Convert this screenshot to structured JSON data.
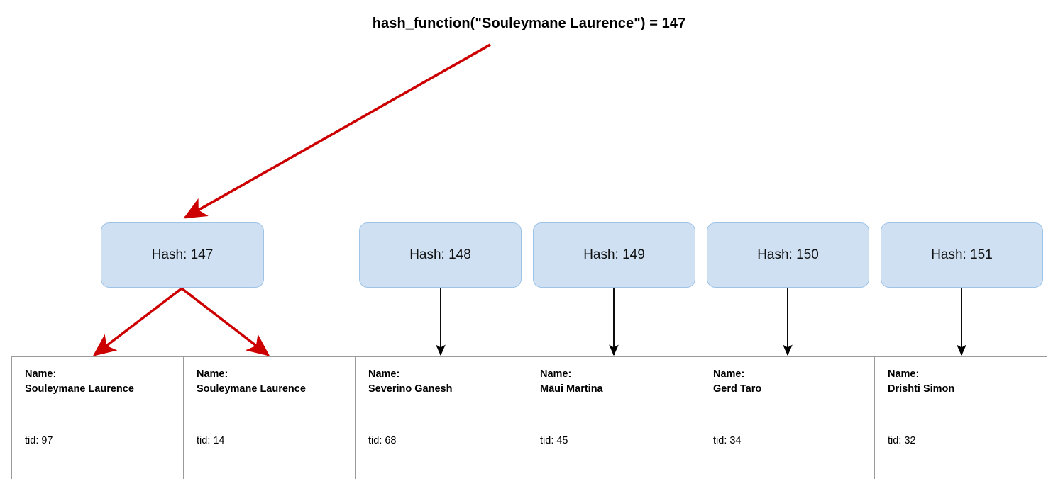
{
  "title": "hash_function(\"Souleymane Laurence\") = 147",
  "colors": {
    "box_fill": "#cfe0f3",
    "box_border": "#9dc3e6",
    "highlight_arrow": "#cc0000",
    "normal_arrow": "#000000",
    "table_border": "#9b9b9b"
  },
  "buckets": [
    {
      "label": "Hash: 147",
      "hash": 147,
      "highlighted": true
    },
    {
      "label": "Hash: 148",
      "hash": 148,
      "highlighted": false
    },
    {
      "label": "Hash: 149",
      "hash": 149,
      "highlighted": false
    },
    {
      "label": "Hash: 150",
      "hash": 150,
      "highlighted": false
    },
    {
      "label": "Hash: 151",
      "hash": 151,
      "highlighted": false
    }
  ],
  "table": {
    "name_label": "Name:",
    "entries": [
      {
        "name": "Souleymane Laurence",
        "tid": "tid: 97"
      },
      {
        "name": "Souleymane Laurence",
        "tid": "tid: 14"
      },
      {
        "name": "Severino Ganesh",
        "tid": "tid: 68"
      },
      {
        "name": "Māui Martina",
        "tid": "tid: 45"
      },
      {
        "name": "Gerd Taro",
        "tid": "tid: 34"
      },
      {
        "name": "Drishti Simon",
        "tid": "tid: 32"
      }
    ]
  }
}
